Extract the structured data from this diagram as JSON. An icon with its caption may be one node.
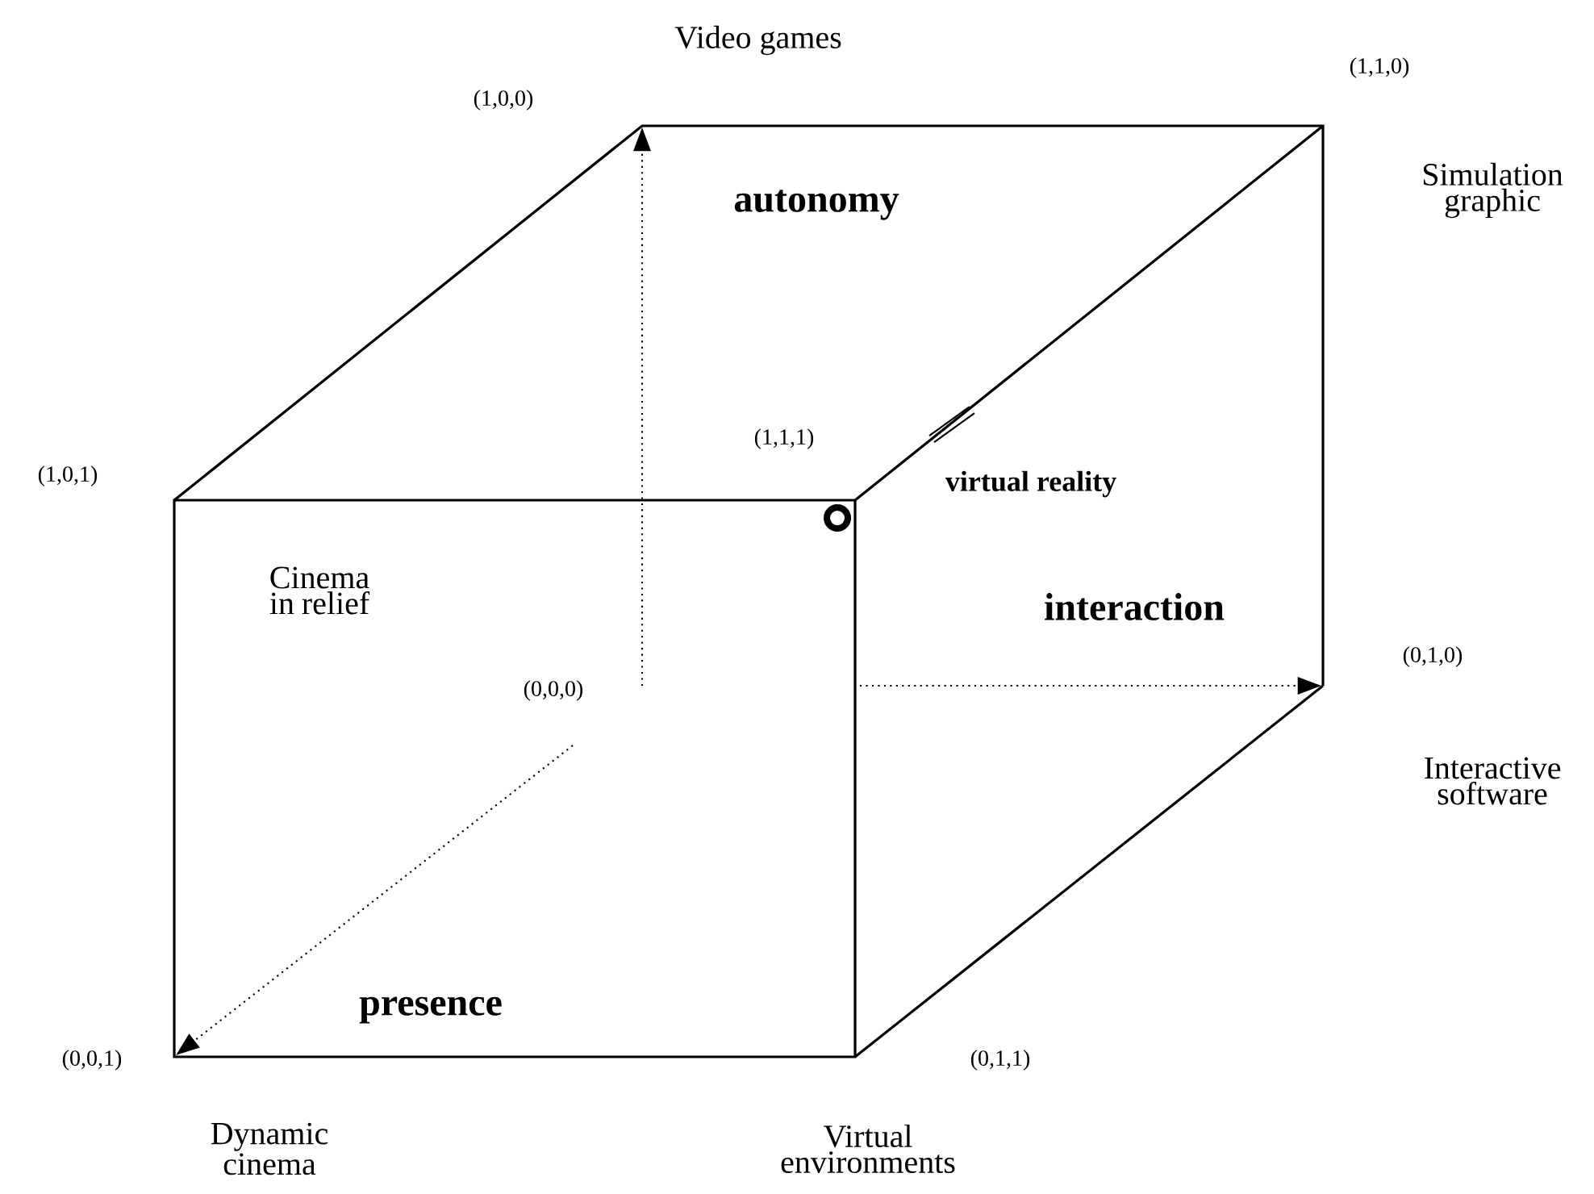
{
  "diagram": {
    "labels": [
      "Video games",
      "(1,0,0)",
      "(1,1,0)",
      "autonomy",
      "Simulation graphic",
      "(1,0,1)",
      "(1,1,1)",
      "virtual reality",
      "Cinema in relief",
      "interaction",
      "(0,1,0)",
      "(0,0,0)",
      "Interactive software",
      "presence",
      "(0,0,1)",
      "(0,1,1)",
      "Dynamic cinema",
      "Virtual environments"
    ]
  }
}
